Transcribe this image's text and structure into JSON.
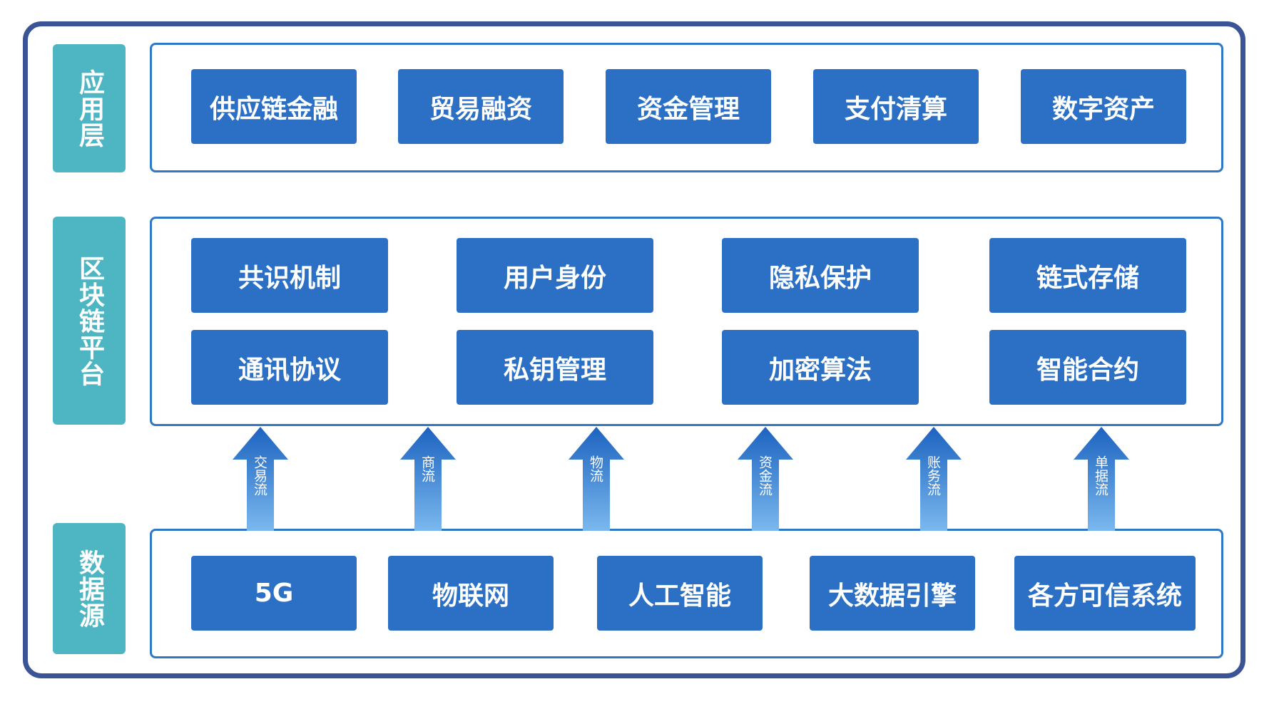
{
  "layers": {
    "application": {
      "label": "应用层",
      "modules": [
        "供应链金融",
        "贸易融资",
        "资金管理",
        "支付清算",
        "数字资产"
      ]
    },
    "platform": {
      "label": "区块链平台",
      "modules_row1": [
        "共识机制",
        "用户身份",
        "隐私保护",
        "链式存储"
      ],
      "modules_row2": [
        "通讯协议",
        "私钥管理",
        "加密算法",
        "智能合约"
      ]
    },
    "data_source": {
      "label": "数据源",
      "modules": [
        "5G",
        "物联网",
        "人工智能",
        "大数据引擎",
        "各方可信系统"
      ]
    }
  },
  "flows": [
    "交易流",
    "商流",
    "物流",
    "资金流",
    "账务流",
    "单据流"
  ],
  "colors": {
    "frame": "#3a5496",
    "label_bg": "#4db6c2",
    "box_border": "#2e78c6",
    "module_bg": "#2b70c4",
    "arrow_top": "#1d63c0",
    "arrow_bottom": "#7ab8ee"
  }
}
